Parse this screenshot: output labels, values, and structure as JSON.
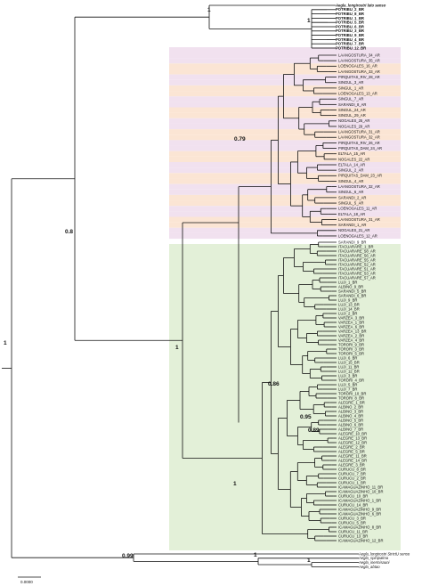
{
  "colors": {
    "purple": "#f1e1ef",
    "orange": "#fbe5d4",
    "green": "#e3f0d8",
    "line": "#111111"
  },
  "top_group": [
    "Aegla_longirostri lato senso",
    "POTRIBU_2_BR",
    "POTRIBU_8_BR",
    "POTRIBU_1_BR",
    "POTRIBU_5_BR",
    "POTRIBU_6_BR",
    "POTRIBU_3_BR",
    "POTRIBU_9_BR",
    "POTRIBU_4_BR",
    "POTRIBU_7_BR",
    "POTRIBU_12_BR"
  ],
  "ar_group": [
    "LAANGOSTURA_34_AR",
    "LAANGOSTURA_35_AR",
    "LOENOGALES_16_AR",
    "LAANGOSTURA_33_AR",
    "PIRQUITAS_RIV_28_AR",
    "SINGUL_3_AR",
    "SINGUL_1_AR",
    "LOENOGALES_13_AR",
    "SINGUL_7_AR",
    "SARANDI_8_AR",
    "SINGUL_24_AR",
    "SINGUL_29_AR",
    "NOGALES_25_AR",
    "NOGALES_29_AR",
    "LAANGOSTURA_31_AR",
    "LAANGOSTURA_32_AR",
    "PIRQUITAS_RIV_26_AR",
    "PIRQUITAS_DAM_24_AR",
    "ELTALA_15_AR",
    "NOGALES_22_AR",
    "ELTALA_14_AR",
    "SINGUL_2_AR",
    "PIRQUITAS_DAM_23_AR",
    "SINGUL_4_AR",
    "LAANGOSTURA_32_AR",
    "SINGUL_6_AR",
    "SARANDI_2_AR",
    "SINGUL_5_AR",
    "LOENOGALES_11_AR",
    "ELTALA_18_AR",
    "LAANGOSTURA_31_AR",
    "SARANDI_1_AR",
    "NOGALES_21_AR",
    "LOENOGALES_12_AR"
  ],
  "br_group": [
    "SARANDI_9_BR",
    "ITACUARARE_1_BR",
    "ITACUARARE_58_AR",
    "ITACUARARE_56_AR",
    "ITACUARARE_55_AR",
    "ITACUARARE_52_AR",
    "ITACUARARE_51_AR",
    "ITACUARARE_53_AR",
    "ITACUARARE_57_AR",
    "LUJI_1_BR",
    "ALBINO_9_BR",
    "SARANDI_5_BR",
    "SARANDI_6_BR",
    "LUJI_9_BR",
    "LUJI_13_BR",
    "LUJI_14_BR",
    "LUJI_2_BR",
    "VARZEA_3_BR",
    "VARZEA_1_BR",
    "VARZEA_6_BR",
    "VARZEA_13_BR",
    "VARZEA_2_BR",
    "VARZEA_4_BR",
    "TORORI_9_BR",
    "TORORI_3_BR",
    "TORORI_5_BR",
    "LUJI_6_BR",
    "LUJI_15_BR",
    "LUJI_11_BR",
    "LUJI_12_BR",
    "LUJI_3_BR",
    "TORORI_4_BR",
    "LUJI_5_BR",
    "LUJI_7_BR",
    "TORORI_10_BR",
    "TORORI_8_BR",
    "ALEGRE_1_BR",
    "ALBINO_2_BR",
    "ALBINO_3_BR",
    "ALBINO_4_BR",
    "ALBINO_5_BR",
    "ALBINO_6_BR",
    "ALBINO_7_BR",
    "ALEGRE_10_BR",
    "ALEGRE_13_BR",
    "ALEGRE_12_BR",
    "ALEGRE_2_BR",
    "ALEGRE_5_BR",
    "ALEGRE_11_BR",
    "ALEGRE_14_BR",
    "ALEGRE_3_BR",
    "CURUCU_8_BR",
    "CURUCU_7_BR",
    "CURUCU_2_BR",
    "CURUCU_1_BR",
    "ICAMAGUAZINHO_11_BR",
    "ICAMAGUAZINHO_10_BR",
    "CURUCU_10_BR",
    "ICAMAGUAZINHO_1_BR",
    "CURUCU_14_BR",
    "ICAMAGUAZINHO_9_BR",
    "ICAMAGUAZINHO_6_BR",
    "CURUCU_3_BR",
    "CURUCU_5_BR",
    "ICAMAGUAZINHO_8_BR",
    "CURUCU_11_BR",
    "CURUCU_13_BR",
    "ICAMAGUAZINHO_12_BR"
  ],
  "out_group": [
    "Aegla_longirostri StrictU senso",
    "Aegla_spinipalma",
    "Aegla_inermisauni",
    "Aegla_abtao"
  ],
  "support": {
    "root": "1",
    "top_clade": "1",
    "potribu": "1",
    "big_clade": "0.8",
    "ar_clade": "0.79",
    "br_clade": "1",
    "varzea": "0.86",
    "albino": "0.95",
    "alegre": "0.89",
    "icamagua": "1",
    "out_pair": "0.99",
    "out_node": "1",
    "out_tip": "1"
  },
  "scale_label": "0.0000"
}
